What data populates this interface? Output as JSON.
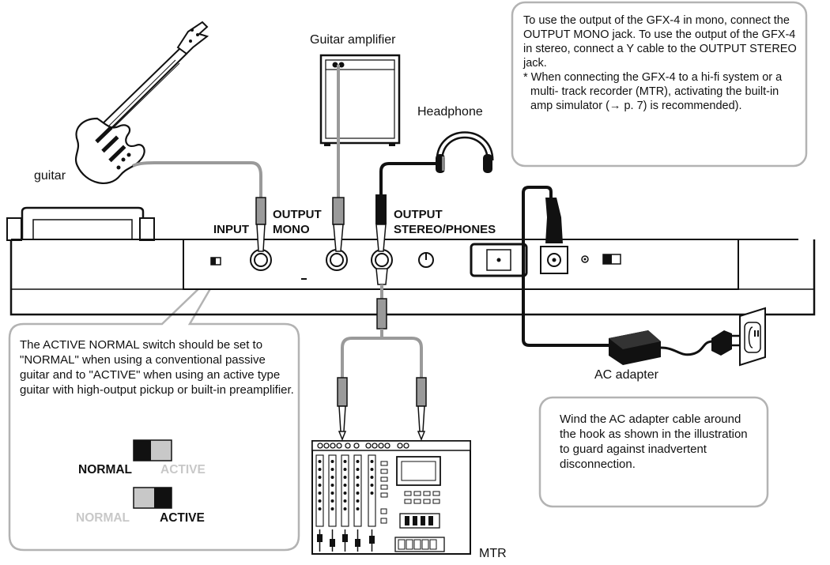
{
  "labels": {
    "guitar": "guitar",
    "guitar_amplifier": "Guitar amplifier",
    "headphone": "Headphone",
    "input": "INPUT",
    "output_mono": "OUTPUT\nMONO",
    "output_stereo_phones": "OUTPUT\nSTEREO/PHONES",
    "ac_adapter": "AC adapter",
    "mtr": "MTR"
  },
  "notes": {
    "output": {
      "main": "To use the output of the GFX-4 in mono, connect the OUTPUT MONO jack. To use the output of the GFX-4 in stereo, connect a Y cable to the OUTPUT STEREO jack.",
      "footnote": "* When connecting the GFX-4 to a hi-fi system or a multi- track recorder (MTR), activating the built-in amp simulator (→ p. 7) is recommended)."
    },
    "switch": "The ACTIVE  NORMAL switch should be set to \"NORMAL\" when using a conventional passive guitar and to \"ACTIVE\" when using an active type guitar with high-output pickup or built-in preamplifier.",
    "hook": "Wind the AC adapter cable around the hook as shown in the illustration to guard against inadvertent disconnection."
  },
  "switch_settings": [
    {
      "normal": "NORMAL",
      "active": "ACTIVE",
      "selected": "NORMAL"
    },
    {
      "normal": "NORMAL",
      "active": "ACTIVE",
      "selected": "ACTIVE"
    }
  ],
  "colors": {
    "outline": "#111111",
    "cable_gray": "#9a9a9a",
    "callout_border": "#b3b3b3",
    "inactive_text": "#c8c8c8"
  }
}
